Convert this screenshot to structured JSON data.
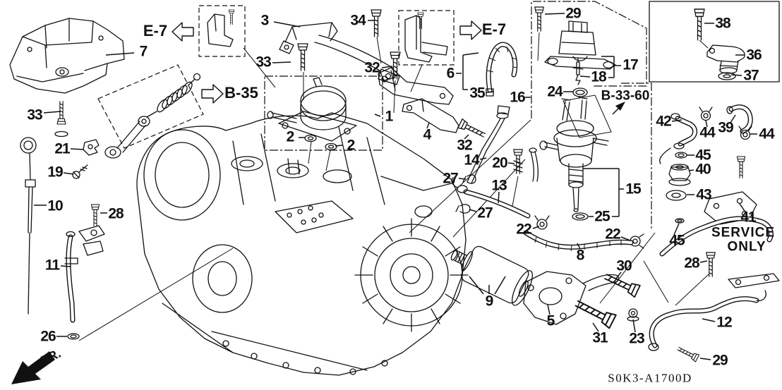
{
  "diagram": {
    "type": "exploded-parts-diagram",
    "subject": "automatic-transmission-oil-pump-and-pipes",
    "background": "#ffffff",
    "line_color": "#111111"
  },
  "callouts": {
    "1": "1",
    "2": "2",
    "3": "3",
    "4": "4",
    "5": "5",
    "6": "6",
    "7": "7",
    "8": "8",
    "9": "9",
    "10": "10",
    "11": "11",
    "12": "12",
    "13": "13",
    "14": "14",
    "15": "15",
    "16": "16",
    "17": "17",
    "18": "18",
    "19": "19",
    "20": "20",
    "21": "21",
    "22": "22",
    "23": "23",
    "24": "24",
    "25": "25",
    "26": "26",
    "27": "27",
    "28": "28",
    "29": "29",
    "30": "30",
    "31": "31",
    "32": "32",
    "33": "33",
    "34": "34",
    "35": "35",
    "36": "36",
    "37": "37",
    "38": "38",
    "39": "39",
    "40": "40",
    "41": "41",
    "42": "42",
    "43": "43",
    "44": "44",
    "45": "45"
  },
  "references": {
    "e7": "E-7",
    "b35": "B-35",
    "b3360": "B-33-60",
    "service_line1": "SERVICE",
    "service_line2": "ONLY",
    "fr": "FR."
  },
  "part_code": "S0K3-A1700D"
}
